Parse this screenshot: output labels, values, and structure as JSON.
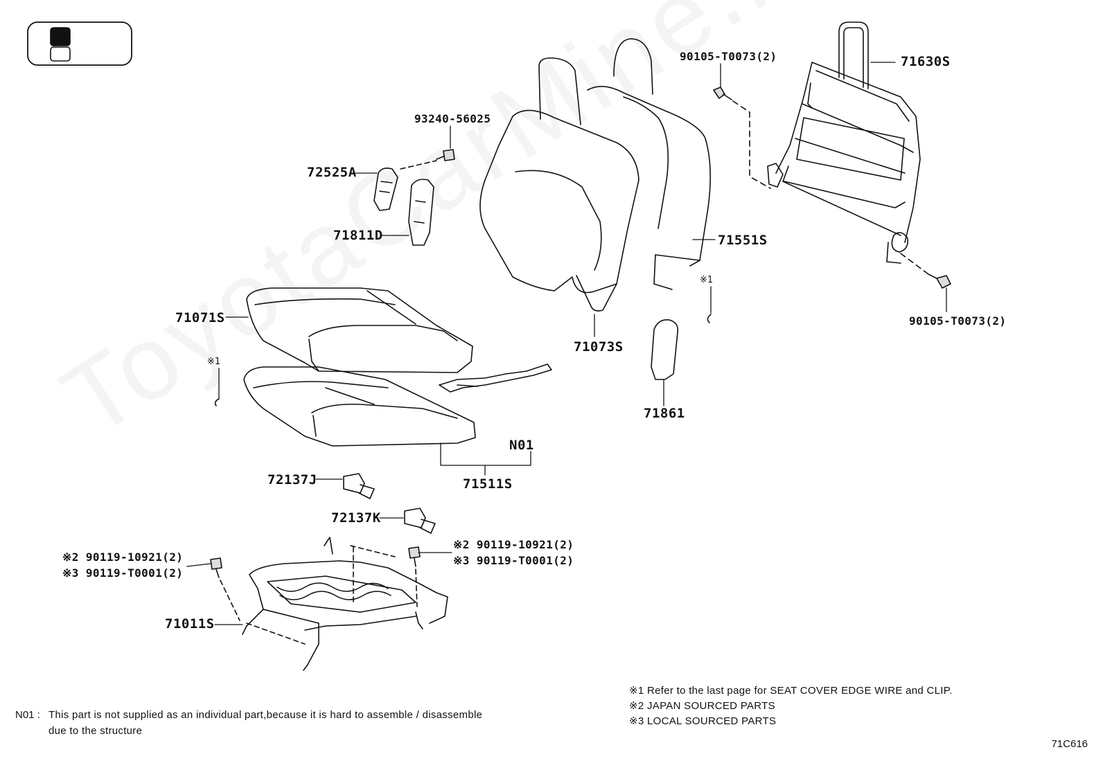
{
  "watermark": "ToyotaCarMine.ru",
  "page_code": "71C616",
  "parts": {
    "p71630S": "71630S",
    "p90105_top": "90105-T0073(2)",
    "p90105_bottom": "90105-T0073(2)",
    "p93240": "93240-56025",
    "p72525A": "72525A",
    "p71811D": "71811D",
    "p71551S": "71551S",
    "p71071S": "71071S",
    "p71073S": "71073S",
    "p71861": "71861",
    "pN01": "N01",
    "p71511S": "71511S",
    "p72137J": "72137J",
    "p72137K": "72137K",
    "p71011S": "71011S",
    "left_bolt_1": "※2 90119-10921(2)",
    "left_bolt_2": "※3 90119-T0001(2)",
    "right_bolt_1": "※2 90119-10921(2)",
    "right_bolt_2": "※3 90119-T0001(2)",
    "ref_mark_left": "※1",
    "ref_mark_right": "※1"
  },
  "notes": {
    "n01_key": "N01 :",
    "n01_line1": "This part is not supplied as an individual part,because it is hard to assemble / disassemble",
    "n01_line2": "due to the structure",
    "legend_1": "※1  Refer to the last page for SEAT COVER EDGE WIRE and CLIP.",
    "legend_2": "※2  JAPAN SOURCED PARTS",
    "legend_3": "※3  LOCAL SOURCED PARTS"
  }
}
